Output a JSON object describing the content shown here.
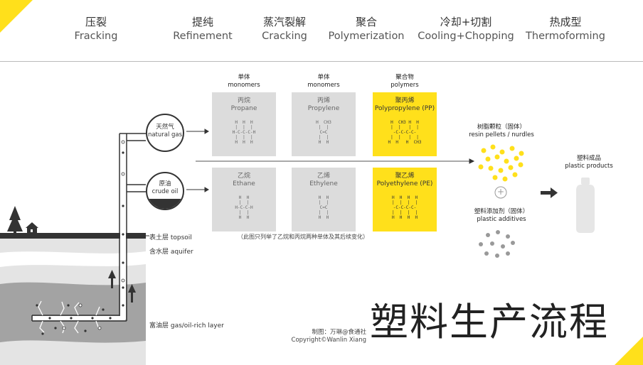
{
  "stages": [
    {
      "cn": "压裂",
      "en": "Fracking"
    },
    {
      "cn": "提纯",
      "en": "Refinement"
    },
    {
      "cn": "蒸汽裂解",
      "en": "Cracking"
    },
    {
      "cn": "聚合",
      "en": "Polymerization"
    },
    {
      "cn": "冷却+切割",
      "en": "Cooling+Chopping"
    },
    {
      "cn": "热成型",
      "en": "Thermoforming"
    }
  ],
  "columns": [
    {
      "cn": "单体",
      "en": "monomers"
    },
    {
      "cn": "单体",
      "en": "monomers"
    },
    {
      "cn": "聚合物",
      "en": "polymers"
    }
  ],
  "sources": [
    {
      "cn": "天然气",
      "en": "natural gas"
    },
    {
      "cn": "原油",
      "en": "crude oil"
    }
  ],
  "boxes": {
    "propane": {
      "cn": "丙烷",
      "en": "Propane",
      "formula": "H  H  H\n|  |  |\nH-C-C-C-H\n|  |  |\nH  H  H"
    },
    "propylene": {
      "cn": "丙烯",
      "en": "Propylene",
      "formula": "H  CH3\n|  |\nC=C\n|  |\nH  H"
    },
    "polypropylene": {
      "cn": "聚丙烯",
      "en": "Polypropylene (PP)",
      "formula": "H  CH3 H  H\n|  |   |  |\n-C-C-C-C-\n|  |   |  |\nH  H   H  CH3"
    },
    "ethane": {
      "cn": "乙烷",
      "en": "Ethane",
      "formula": "H  H\n|  |\nH-C-C-H\n|  |\nH  H"
    },
    "ethylene": {
      "cn": "乙烯",
      "en": "Ethylene",
      "formula": "H  H\n|  |\nC=C\n|  |\nH  H"
    },
    "polyethylene": {
      "cn": "聚乙烯",
      "en": "Polyethylene (PE)",
      "formula": "H  H  H  H\n|  |  |  |\n-C-C-C-C-\n|  |  |  |\nH  H  H  H"
    }
  },
  "note": "（此图只列举了乙烷和丙烷两种单体及其后续变化）",
  "pellets": {
    "cn": "树脂颗粒（固体）",
    "en": "resin pellets / nurdles"
  },
  "additives": {
    "cn": "塑料添加剂（固体）",
    "en": "plastic additives"
  },
  "plus": "+",
  "product": {
    "cn": "塑料成品",
    "en": "plastic products"
  },
  "layers": {
    "topsoil": "表土层 topsoil",
    "aquifer": "含水层 aquifer",
    "oil": "富油层 gas/oil-rich layer"
  },
  "credit": {
    "line1": "制图：万琳@食通社",
    "line2": "Copyright©Wanlin Xiang"
  },
  "big_title": "塑料生产流程",
  "colors": {
    "accent": "#ffe01b",
    "box_gray": "#dcdcdc",
    "ground": "#d9d9d9",
    "oil_layer": "#9a9a9a"
  }
}
